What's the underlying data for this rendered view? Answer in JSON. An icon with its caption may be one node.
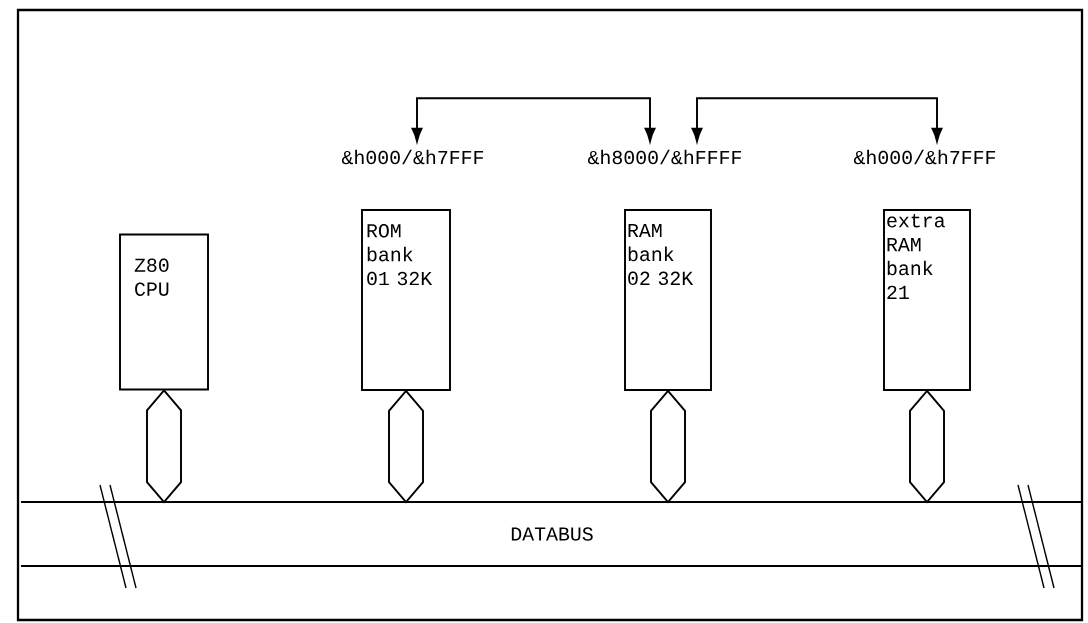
{
  "diagram": {
    "nodes": [
      {
        "text": [
          "Z80 CPU"
        ]
      },
      {
        "text": [
          "ROM bank 01 32K"
        ]
      },
      {
        "text": [
          "RAM bank 02 32K"
        ]
      },
      {
        "text": [
          "extra RAM bank 21"
        ]
      },
      {
        "text": [
          "DATABUS"
        ]
      },
      {
        "text": [
          "&h000/&h7FFF"
        ]
      },
      {
        "text": [
          "&h8000/&hFFFF"
        ]
      },
      {
        "text": [
          "&h000/&h7FFF"
        ]
      }
    ],
    "edges": [
      {
        "from": 0,
        "to": 4,
        "arrow": "both",
        "style": "thick"
      },
      {
        "from": 1,
        "to": 4,
        "arrow": "both",
        "style": "thick"
      },
      {
        "from": 2,
        "to": 4,
        "arrow": "both",
        "style": "thick"
      },
      {
        "from": 3,
        "to": 4,
        "arrow": "both",
        "style": "thick"
      },
      {
        "from": 5,
        "to": 6,
        "arrow": "both"
      },
      {
        "from": 6,
        "to": 7,
        "arrow": "both"
      }
    ]
  }
}
